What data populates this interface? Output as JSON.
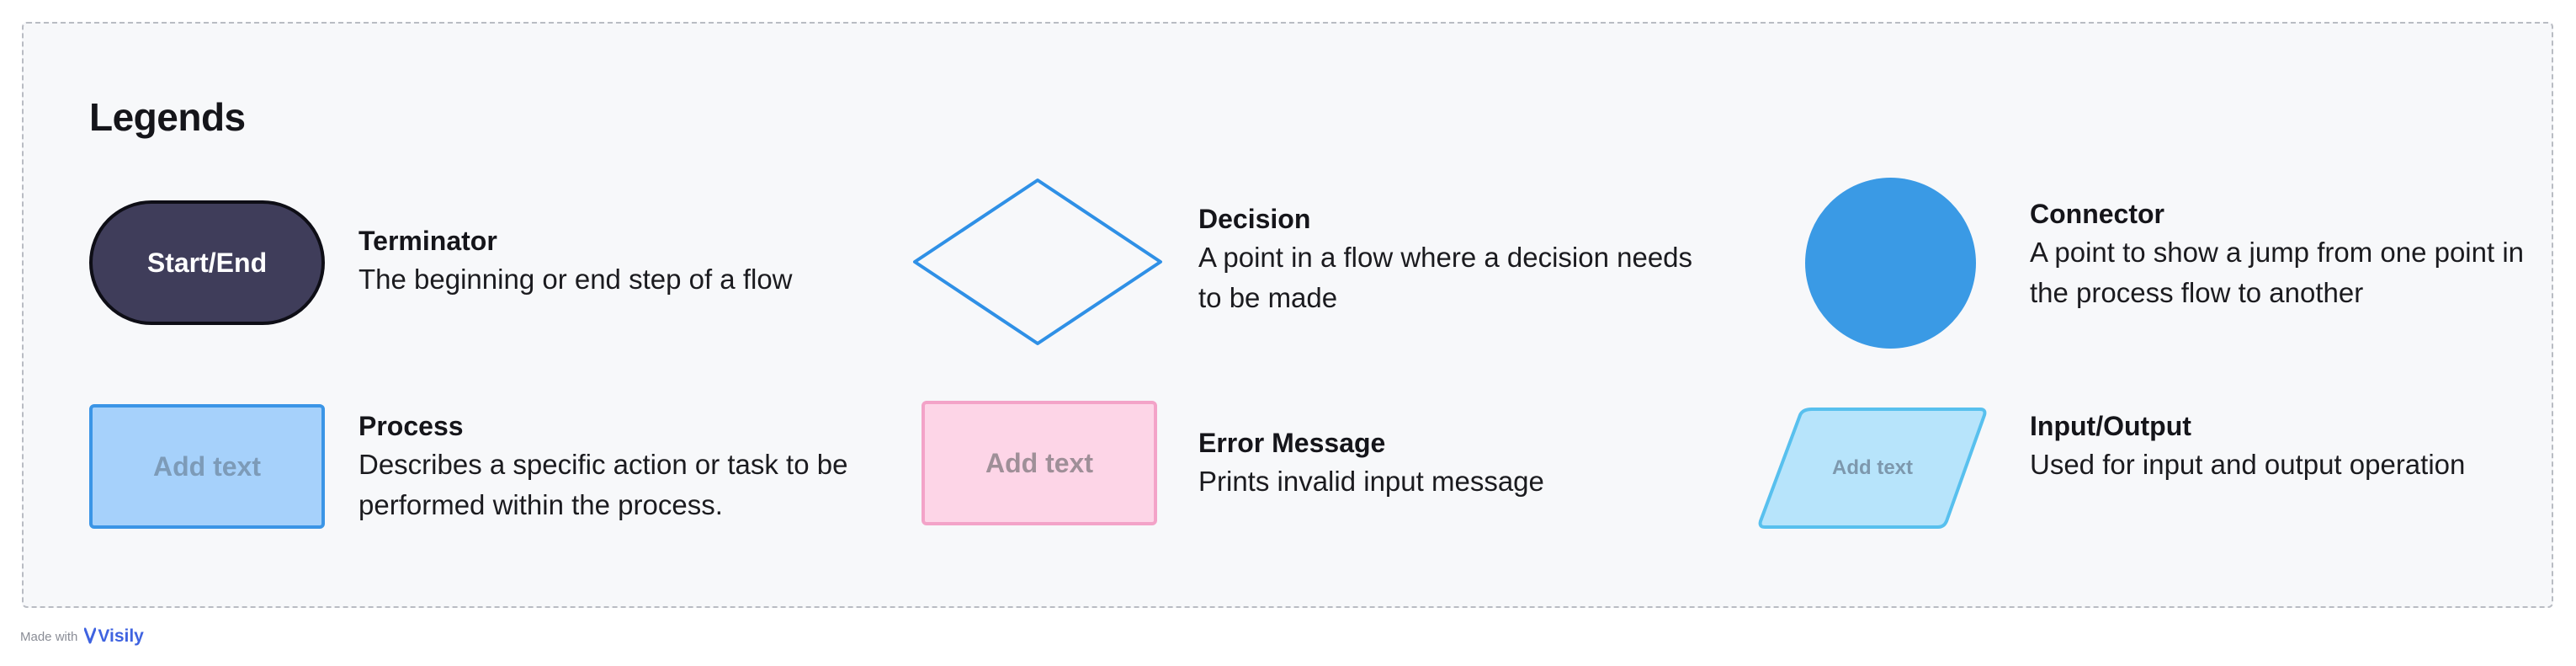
{
  "legend": {
    "title": "Legends",
    "items": [
      {
        "title": "Terminator",
        "description": "The beginning or end step of a flow",
        "shape_text": "Start/End"
      },
      {
        "title": "Process",
        "description": "Describes a specific action or task to be performed within the process.",
        "shape_text": "Add text"
      },
      {
        "title": "Decision",
        "description": "A point in a flow where a decision needs to be made"
      },
      {
        "title": "Error Message",
        "description": "Prints invalid input message",
        "shape_text": "Add text"
      },
      {
        "title": "Connector",
        "description": "A point to show a jump from one point in the process flow to another"
      },
      {
        "title": "Input/Output",
        "description": "Used for input and output operation",
        "shape_text": "Add text"
      }
    ]
  },
  "footer": {
    "made_with": "Made with",
    "brand": "Visily"
  },
  "colors": {
    "terminator_fill": "#3f3d5a",
    "process_fill": "#a6d1fb",
    "process_border": "#3b95e6",
    "decision_stroke": "#2f90e6",
    "error_fill": "#fdd5e7",
    "error_border": "#f3a3c8",
    "connector_fill": "#3a9ae5",
    "io_fill": "#b7e4fb",
    "io_border": "#58c0ee"
  }
}
